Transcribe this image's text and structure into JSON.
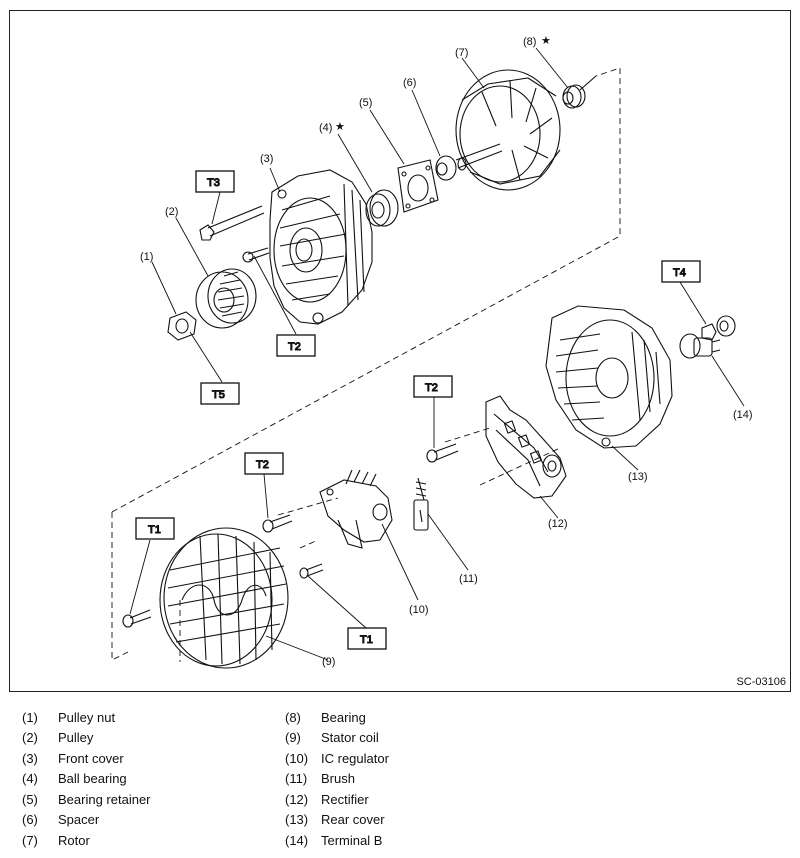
{
  "diagram": {
    "callouts": [
      "(1)",
      "(2)",
      "(3)",
      "(4)",
      "(5)",
      "(6)",
      "(7)",
      "(8)",
      "(9)",
      "(10)",
      "(11)",
      "(12)",
      "(13)",
      "(14)"
    ],
    "star": "★",
    "torque_tags": {
      "t1": "T1",
      "t2": "T2",
      "t3": "T3",
      "t4": "T4",
      "t5": "T5"
    },
    "figure_code": "SC-03106"
  },
  "legend": [
    {
      "num": "(1)",
      "name": "Pulley nut"
    },
    {
      "num": "(2)",
      "name": "Pulley"
    },
    {
      "num": "(3)",
      "name": "Front cover"
    },
    {
      "num": "(4)",
      "name": "Ball bearing"
    },
    {
      "num": "(5)",
      "name": "Bearing retainer"
    },
    {
      "num": "(6)",
      "name": "Spacer"
    },
    {
      "num": "(7)",
      "name": "Rotor"
    },
    {
      "num": "(8)",
      "name": "Bearing"
    },
    {
      "num": "(9)",
      "name": "Stator coil"
    },
    {
      "num": "(10)",
      "name": "IC regulator"
    },
    {
      "num": "(11)",
      "name": "Brush"
    },
    {
      "num": "(12)",
      "name": "Rectifier"
    },
    {
      "num": "(13)",
      "name": "Rear cover"
    },
    {
      "num": "(14)",
      "name": "Terminal B"
    }
  ]
}
